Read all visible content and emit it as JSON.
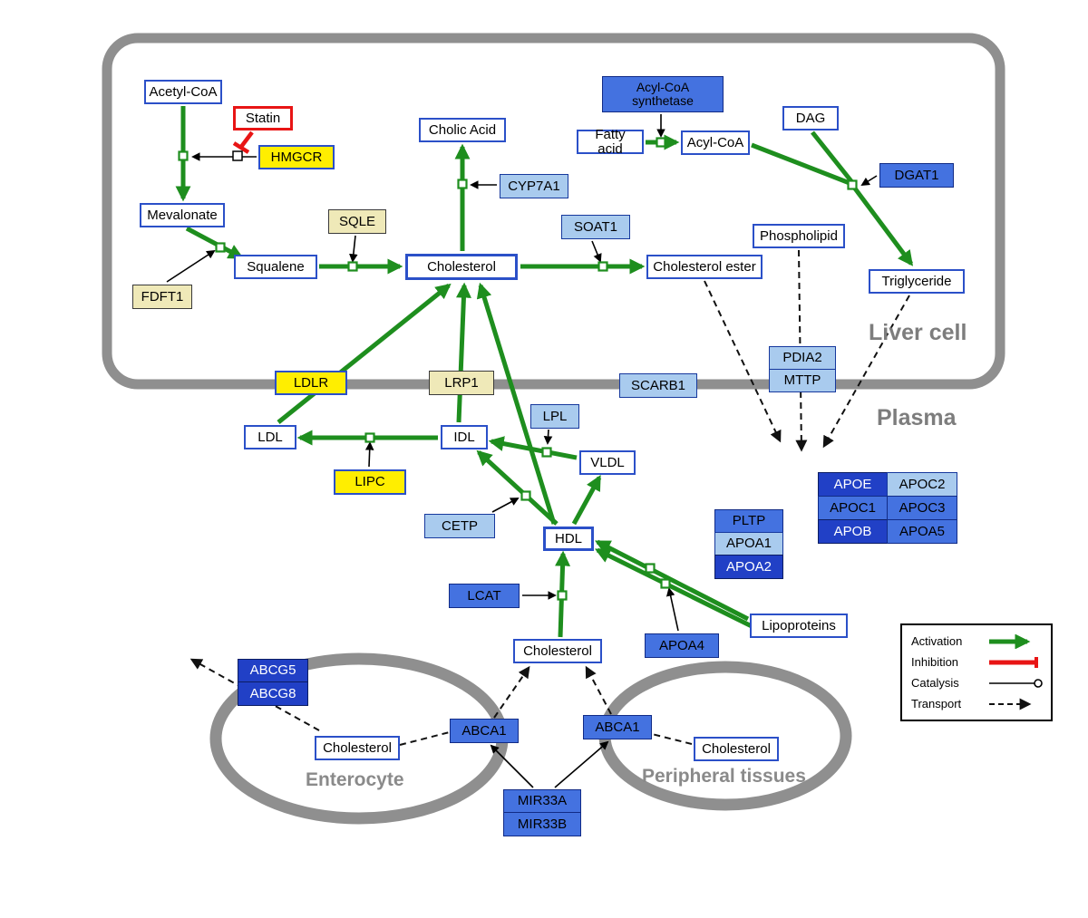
{
  "compartments": {
    "liver": {
      "label": "Liver cell"
    },
    "plasma": {
      "label": "Plasma"
    },
    "enterocyte": {
      "label": "Enterocyte"
    },
    "peripheral": {
      "label": "Peripheral tissues"
    }
  },
  "nodes": {
    "acetyl_coa": {
      "label": "Acetyl-CoA"
    },
    "statin": {
      "label": "Statin"
    },
    "hmgcr": {
      "label": "HMGCR"
    },
    "mevalonate": {
      "label": "Mevalonate"
    },
    "sqle": {
      "label": "SQLE"
    },
    "fdft1": {
      "label": "FDFT1"
    },
    "squalene": {
      "label": "Squalene"
    },
    "cholic_acid": {
      "label": "Cholic Acid"
    },
    "cyp7a1": {
      "label": "CYP7A1"
    },
    "cholesterol_liver": {
      "label": "Cholesterol"
    },
    "soat1": {
      "label": "SOAT1"
    },
    "cholesterol_ester": {
      "label": "Cholesterol ester"
    },
    "acyl_coa_synthetase": {
      "label": "Acyl-CoA synthetase"
    },
    "fatty_acid": {
      "label": "Fatty acid"
    },
    "acyl_coa": {
      "label": "Acyl-CoA"
    },
    "dag": {
      "label": "DAG"
    },
    "dgat1": {
      "label": "DGAT1"
    },
    "phospholipid": {
      "label": "Phospholipid"
    },
    "triglyceride": {
      "label": "Triglyceride"
    },
    "pdia2": {
      "label": "PDIA2"
    },
    "mttp": {
      "label": "MTTP"
    },
    "ldlr": {
      "label": "LDLR"
    },
    "lrp1": {
      "label": "LRP1"
    },
    "scarb1": {
      "label": "SCARB1"
    },
    "ldl": {
      "label": "LDL"
    },
    "idl": {
      "label": "IDL"
    },
    "lpl": {
      "label": "LPL"
    },
    "vldl": {
      "label": "VLDL"
    },
    "lipc": {
      "label": "LIPC"
    },
    "cetp": {
      "label": "CETP"
    },
    "hdl": {
      "label": "HDL"
    },
    "pltp": {
      "label": "PLTP"
    },
    "apoa1": {
      "label": "APOA1"
    },
    "apoa2": {
      "label": "APOA2"
    },
    "lcat": {
      "label": "LCAT"
    },
    "apoa4": {
      "label": "APOA4"
    },
    "lipoproteins": {
      "label": "Lipoproteins"
    },
    "apoe": {
      "label": "APOE"
    },
    "apoc2": {
      "label": "APOC2"
    },
    "apoc1": {
      "label": "APOC1"
    },
    "apoc3": {
      "label": "APOC3"
    },
    "apob": {
      "label": "APOB"
    },
    "apoa5": {
      "label": "APOA5"
    },
    "cholesterol_plasma": {
      "label": "Cholesterol"
    },
    "abcg5": {
      "label": "ABCG5"
    },
    "abcg8": {
      "label": "ABCG8"
    },
    "cholesterol_enterocyte": {
      "label": "Cholesterol"
    },
    "abca1_enterocyte": {
      "label": "ABCA1"
    },
    "abca1_peripheral": {
      "label": "ABCA1"
    },
    "cholesterol_peripheral": {
      "label": "Cholesterol"
    },
    "mir33a": {
      "label": "MIR33A"
    },
    "mir33b": {
      "label": "MIR33B"
    }
  },
  "legend": {
    "activation": "Activation",
    "inhibition": "Inhibition",
    "catalysis": "Catalysis",
    "transport": "Transport"
  },
  "colors": {
    "activation_green": "#1e8e1e",
    "inhibition_red": "#e81515",
    "membrane_gray": "#8f8f8f",
    "metabolite_border_blue": "#2b50c8",
    "gene_yellow": "#ffee00",
    "gene_pale_yellow": "#efe9b8",
    "gene_light_blue": "#a9cbee",
    "gene_medium_blue": "#4472e0",
    "gene_dark_blue": "#2140c6"
  }
}
